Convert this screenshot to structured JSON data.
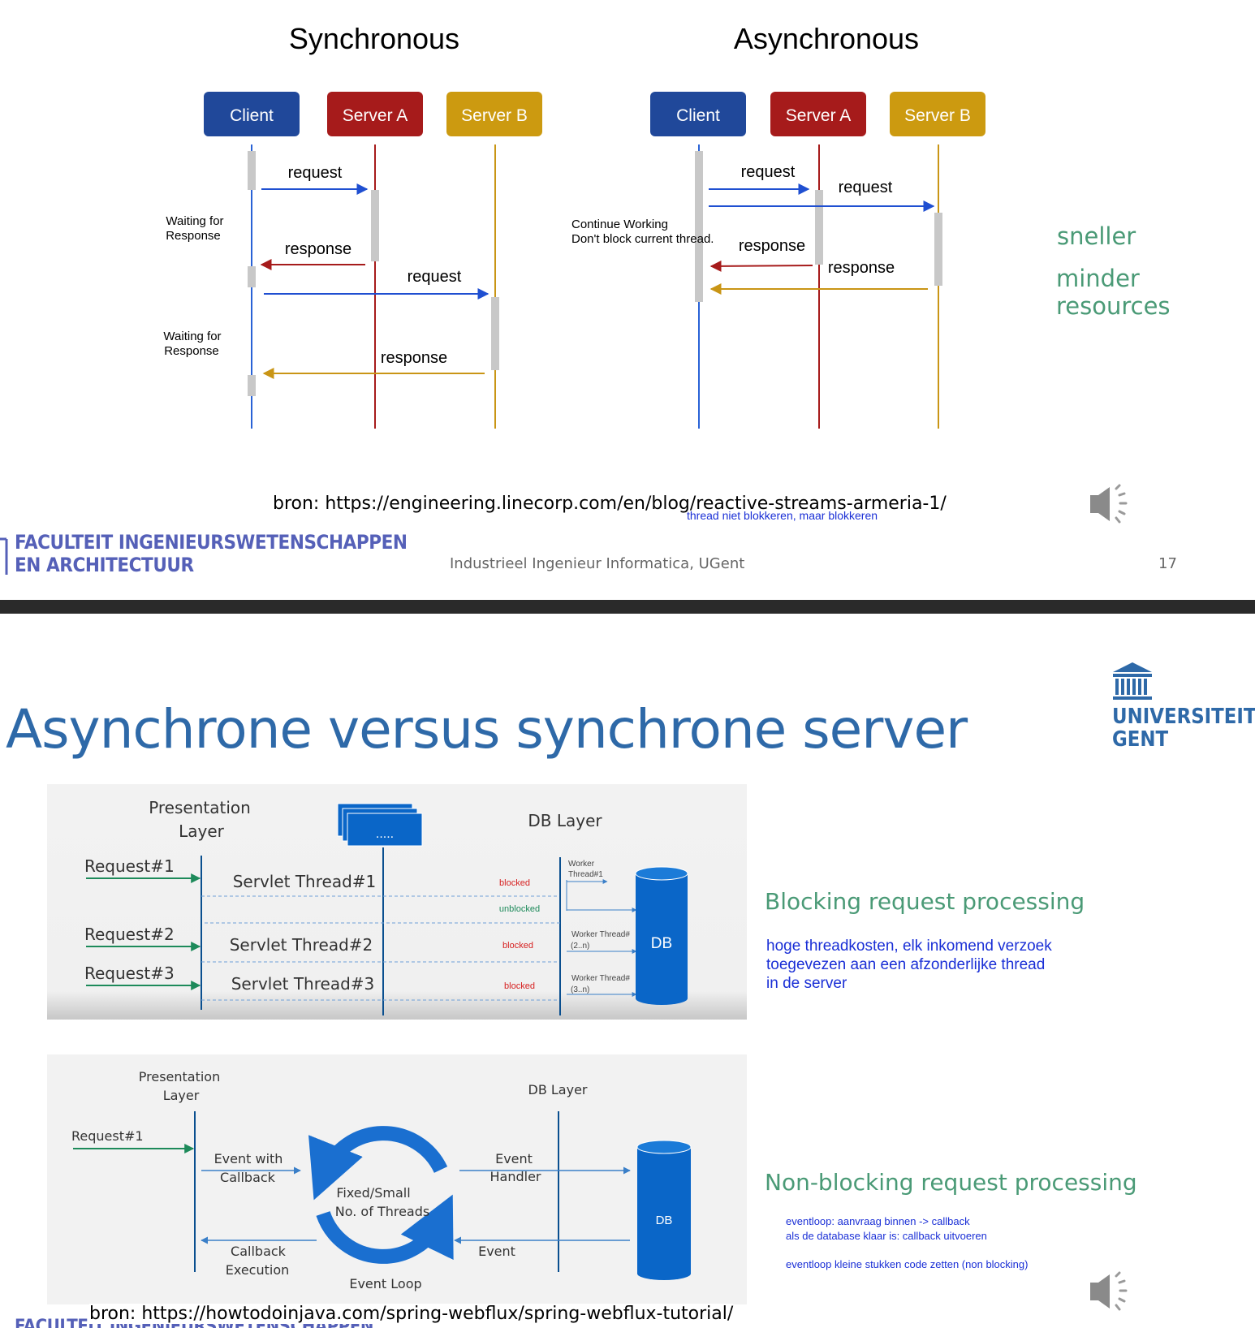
{
  "slide1": {
    "sync_title": "Synchronous",
    "async_title": "Asynchronous",
    "actors": {
      "client": "Client",
      "server_a": "Server A",
      "server_b": "Server B"
    },
    "msg_request": "request",
    "msg_response": "response",
    "waiting_for": "Waiting for",
    "response_word": "Response",
    "continue_line1": "Continue Working",
    "continue_line2": "Don't block current thread.",
    "side_notes": [
      "sneller",
      "minder resources"
    ],
    "source": "bron: https://engineering.linecorp.com/en/blog/reactive-streams-armeria-1/",
    "handwritten_note": "thread niet blokkeren, maar blokkeren",
    "faculty_line1": "FACULTEIT INGENIEURSWETENSCHAPPEN",
    "faculty_line2": "EN ARCHITECTUUR",
    "footer_center": "Industrieel Ingenieur Informatica, UGent",
    "page_number": "17"
  },
  "slide2": {
    "title": "Asynchrone versus synchrone server",
    "logo_line1": "UNIVERSITEIT",
    "logo_line2": "GENT",
    "blocking": {
      "pres_layer_1": "Presentation",
      "pres_layer_2": "Layer",
      "db_layer": "DB Layer",
      "dots": ".....",
      "requests": [
        "Request#1",
        "Request#2",
        "Request#3"
      ],
      "threads": [
        "Servlet Thread#1",
        "Servlet Thread#2",
        "Servlet Thread#3"
      ],
      "blocked": "blocked",
      "unblocked": "unblocked",
      "worker1_a": "Worker",
      "worker1_b": "Thread#1",
      "worker2_a": "Worker Thread#",
      "worker2_b": "(2..n)",
      "worker3_a": "Worker Thread#",
      "worker3_b": "(3..n)",
      "db": "DB"
    },
    "blocking_heading": "Blocking request processing",
    "blocking_notes": [
      "hoge threadkosten, elk inkomend verzoek",
      "toegevezen aan een afzonderlijke thread",
      "in de server"
    ],
    "nonblocking": {
      "pres_layer_1": "Presentation",
      "pres_layer_2": "Layer",
      "db_layer": "DB Layer",
      "request": "Request#1",
      "event_with_1": "Event with",
      "event_with_2": "Callback",
      "fixed_1": "Fixed/Small",
      "fixed_2": "No. of Threads",
      "event_loop": "Event Loop",
      "event_handler_1": "Event",
      "event_handler_2": "Handler",
      "callback_exec_1": "Callback",
      "callback_exec_2": "Execution",
      "event": "Event",
      "db": "DB"
    },
    "nonblocking_heading": "Non-blocking request processing",
    "nonblocking_notes": [
      "eventloop: aanvraag binnen -> callback",
      "als de database klaar is: callback uitvoeren",
      "eventloop kleine stukken code zetten (non blocking)"
    ],
    "source": "bron: https://howtodoinjava.com/spring-webflux/spring-webflux-tutorial/",
    "faculty_partial": "FACULTEIT INGENIEURSWETENSCHAPPEN"
  },
  "icons": [
    "speaker-icon",
    "university-building-icon"
  ],
  "colors": {
    "client": "#20489a",
    "server_a": "#a61b1b",
    "server_b": "#cc9a10",
    "title_blue": "#2e69a8",
    "note_green": "#4a9a76",
    "handwritten_blue": "#1a2fd6",
    "faculty_purple": "#5560b8"
  }
}
